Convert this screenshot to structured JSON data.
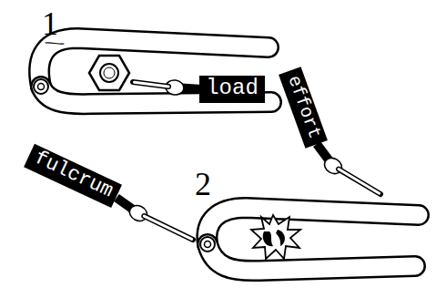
{
  "diagram": {
    "nodes": [
      {
        "text": [
          "load"
        ]
      },
      {
        "text": [
          "effort"
        ]
      },
      {
        "text": [
          "fulcrum"
        ]
      }
    ],
    "labels": [
      "1",
      "2"
    ]
  }
}
